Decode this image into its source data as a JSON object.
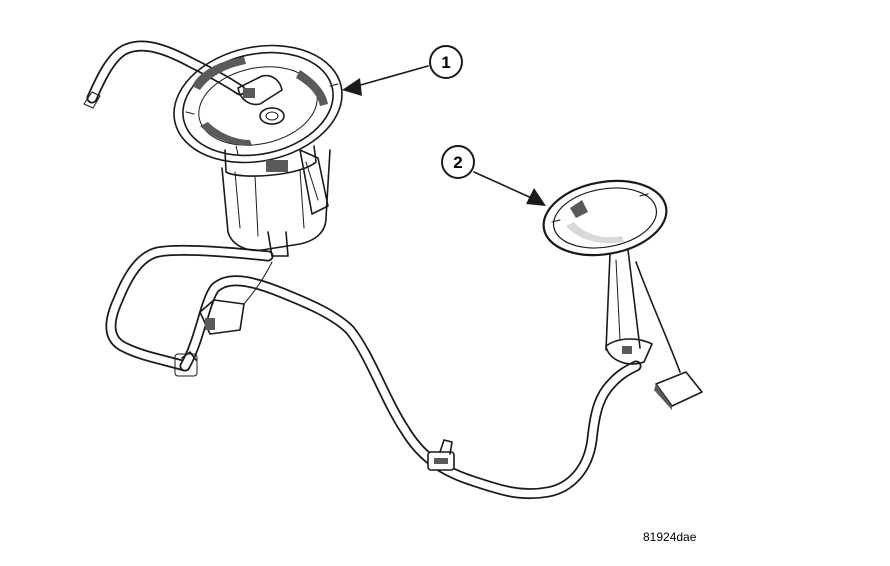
{
  "callouts": [
    {
      "label": "1"
    },
    {
      "label": "2"
    }
  ],
  "figure_id": "81924dae"
}
